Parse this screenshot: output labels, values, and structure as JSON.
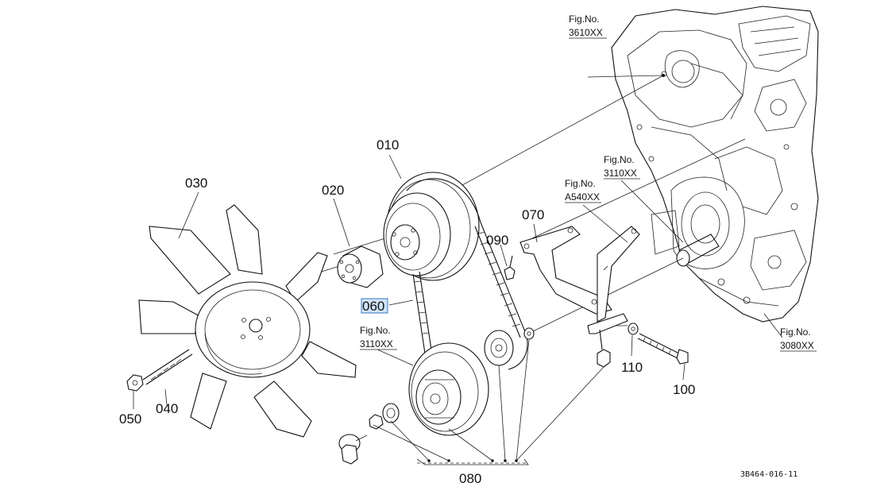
{
  "diagram": {
    "document_code": "3B464-016-11",
    "highlighted_part": "060",
    "parts": [
      {
        "id": "010",
        "label": "010"
      },
      {
        "id": "020",
        "label": "020"
      },
      {
        "id": "030",
        "label": "030"
      },
      {
        "id": "040",
        "label": "040"
      },
      {
        "id": "050",
        "label": "050"
      },
      {
        "id": "060",
        "label": "060"
      },
      {
        "id": "070",
        "label": "070"
      },
      {
        "id": "080",
        "label": "080"
      },
      {
        "id": "090",
        "label": "090"
      },
      {
        "id": "100",
        "label": "100"
      },
      {
        "id": "110",
        "label": "110"
      }
    ],
    "figure_refs": [
      {
        "title": "Fig.No.",
        "number": "3610XX"
      },
      {
        "title": "Fig.No.",
        "number": "3110XX"
      },
      {
        "title": "Fig.No.",
        "number": "A540XX"
      },
      {
        "title": "Fig.No.",
        "number": "3110XX"
      },
      {
        "title": "Fig.No.",
        "number": "3080XX"
      }
    ]
  }
}
